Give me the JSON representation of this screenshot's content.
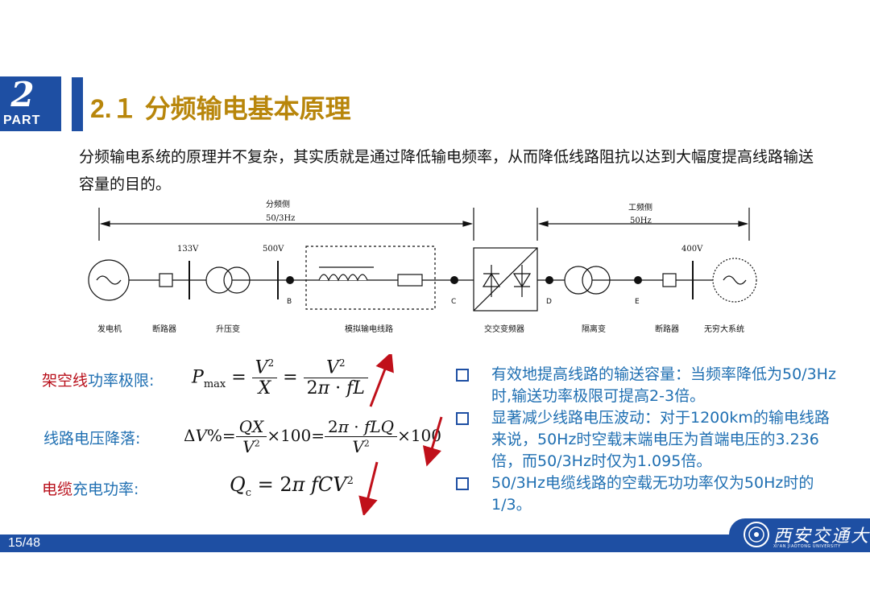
{
  "header": {
    "part_number": "2",
    "part_label": "PART",
    "title": "2.１ 分频输电基本原理"
  },
  "intro": "分频输电系统的原理并不复杂，其实质就是通过降低输电频率，从而降低线路阻抗以达到大幅度提高线路输送容量的目的。",
  "diagram": {
    "left_side_label": "分频侧",
    "left_freq": "50/3Hz",
    "right_side_label": "工频侧",
    "right_freq": "50Hz",
    "voltage_133": "133V",
    "voltage_500": "500V",
    "voltage_400": "400V",
    "node_b": "B",
    "node_c": "C",
    "node_d": "D",
    "node_e": "E",
    "comp_generator": "发电机",
    "comp_breaker1": "断路器",
    "comp_stepup": "升压变",
    "comp_line": "模拟输电线路",
    "comp_converter": "交交变频器",
    "comp_isolation": "隔离变",
    "comp_breaker2": "断路器",
    "comp_infinite": "无穷大系统"
  },
  "formulas": {
    "f1_label_a": "架空线",
    "f1_label_b": "功率极限:",
    "f2_label": "线路电压降落:",
    "f3_label_a": "电缆",
    "f3_label_b": "充电功率:"
  },
  "bullets": [
    "有效地提高线路的输送容量：当频率降低为50/3Hz时,输送功率极限可提高2-3倍。",
    "显著减少线路电压波动：对于1200km的输电线路来说，50Hz时空载末端电压为首端电压的3.236倍，而50/3Hz时仅为1.095倍。",
    "50/3Hz电缆线路的空载无功功率仅为50Hz时的1/3。"
  ],
  "footer": {
    "page": "15/48",
    "logo_cn": "西安交通大学",
    "logo_en": "XI'AN JIAOTONG UNIVERSITY"
  },
  "colors": {
    "brand_blue": "#1e4fa3",
    "title_gold": "#b8860b",
    "accent_red": "#b80f1a",
    "text_blue": "#1f6fb2"
  }
}
